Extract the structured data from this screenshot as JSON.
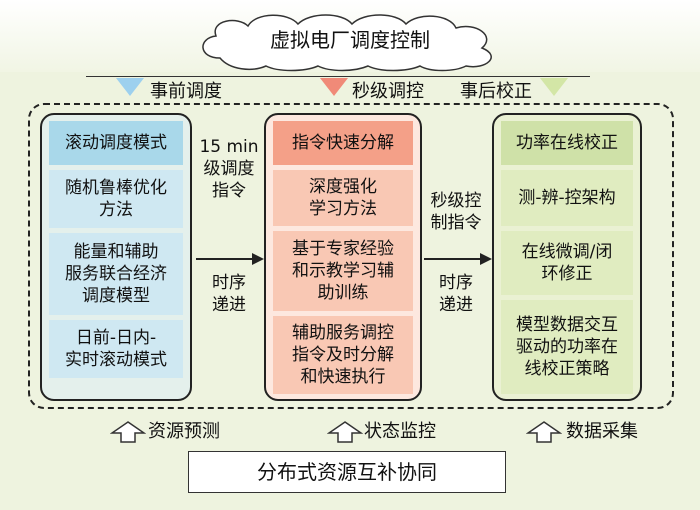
{
  "title": "虚拟电厂调度控制",
  "phases": {
    "pre": "事前调度",
    "second": "秒级调控",
    "post": "事后校正"
  },
  "arrow_colors": {
    "pre": "#9dd0ee",
    "second": "#f08a78",
    "post": "#d3e6a6"
  },
  "columns": [
    {
      "header": "滚动调度模式",
      "items": [
        [
          "随机鲁棒优化",
          "方法"
        ],
        [
          "能量和辅助",
          "服务联合经济",
          "调度模型"
        ],
        [
          "日前-日内-",
          "实时滚动模式"
        ]
      ]
    },
    {
      "header": "指令快速分解",
      "items": [
        [
          "深度强化",
          "学习方法"
        ],
        [
          "基于专家经验",
          "和示教学习辅",
          "助训练"
        ],
        [
          "辅助服务调控",
          "指令及时分解",
          "和快速执行"
        ]
      ]
    },
    {
      "header": "功率在线校正",
      "items": [
        [
          "测-辨-控架构"
        ],
        [
          "在线微调/闭",
          "环修正"
        ],
        [
          "模型数据交互",
          "驱动的功率在",
          "线校正策略"
        ]
      ]
    }
  ],
  "connectors": {
    "left_top": [
      "15 min",
      "级调度",
      "指令"
    ],
    "left_bottom": [
      "时序",
      "递进"
    ],
    "right_top": [
      "秒级控",
      "制指令"
    ],
    "right_bottom": [
      "时序",
      "递进"
    ]
  },
  "bottom_labels": [
    "资源预测",
    "状态监控",
    "数据采集"
  ],
  "bottom_box": "分布式资源互补协同"
}
